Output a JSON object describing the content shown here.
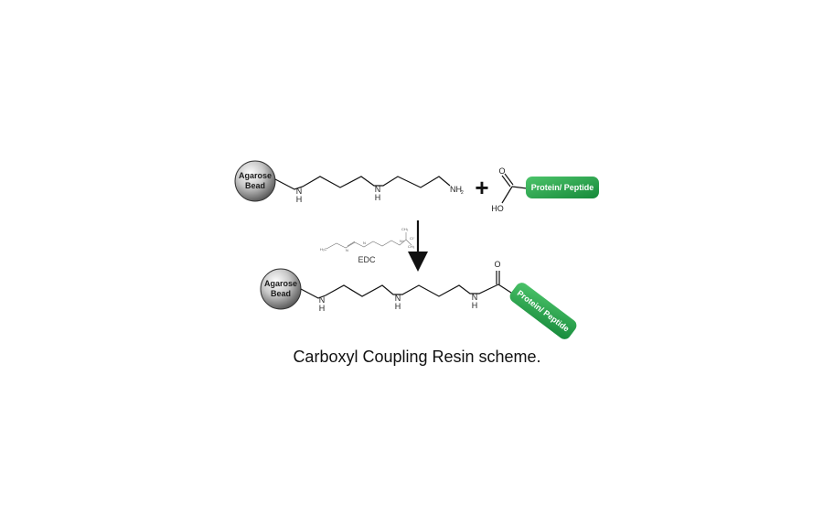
{
  "reactant": {
    "bead_line1": "Agarose",
    "bead_line2": "Bead",
    "amine_n1": "N",
    "amine_h1": "H",
    "amine_n2": "N",
    "amine_h2": "H",
    "terminal_n": "NH",
    "terminal_sub": "2"
  },
  "plus": "+",
  "acid": {
    "oxygen": "O",
    "hydroxyl": "HO",
    "tag": "Protein/ Peptide"
  },
  "reagent": {
    "label": "EDC",
    "atom_h3c": "H₃C",
    "atom_n1": "N",
    "atom_n2": "N",
    "atom_nplus": "N+",
    "atom_cl": "Cl⁻",
    "atom_ch3a": "CH₃",
    "atom_ch3b": "CH₃"
  },
  "product": {
    "bead_line1": "Agarose",
    "bead_line2": "Bead",
    "amine_n1": "N",
    "amine_h1": "H",
    "amine_n2": "N",
    "amine_h2": "H",
    "amide_n": "N",
    "amide_h": "H",
    "oxygen": "O",
    "tag": "Protein/ Peptide"
  },
  "caption": "Carboxyl Coupling Resin scheme.",
  "colors": {
    "tag_green": "#2aa84a",
    "tag_green_dark": "#168a34",
    "bead_light": "#f4f4f4",
    "bead_dark": "#3a3a3a"
  }
}
